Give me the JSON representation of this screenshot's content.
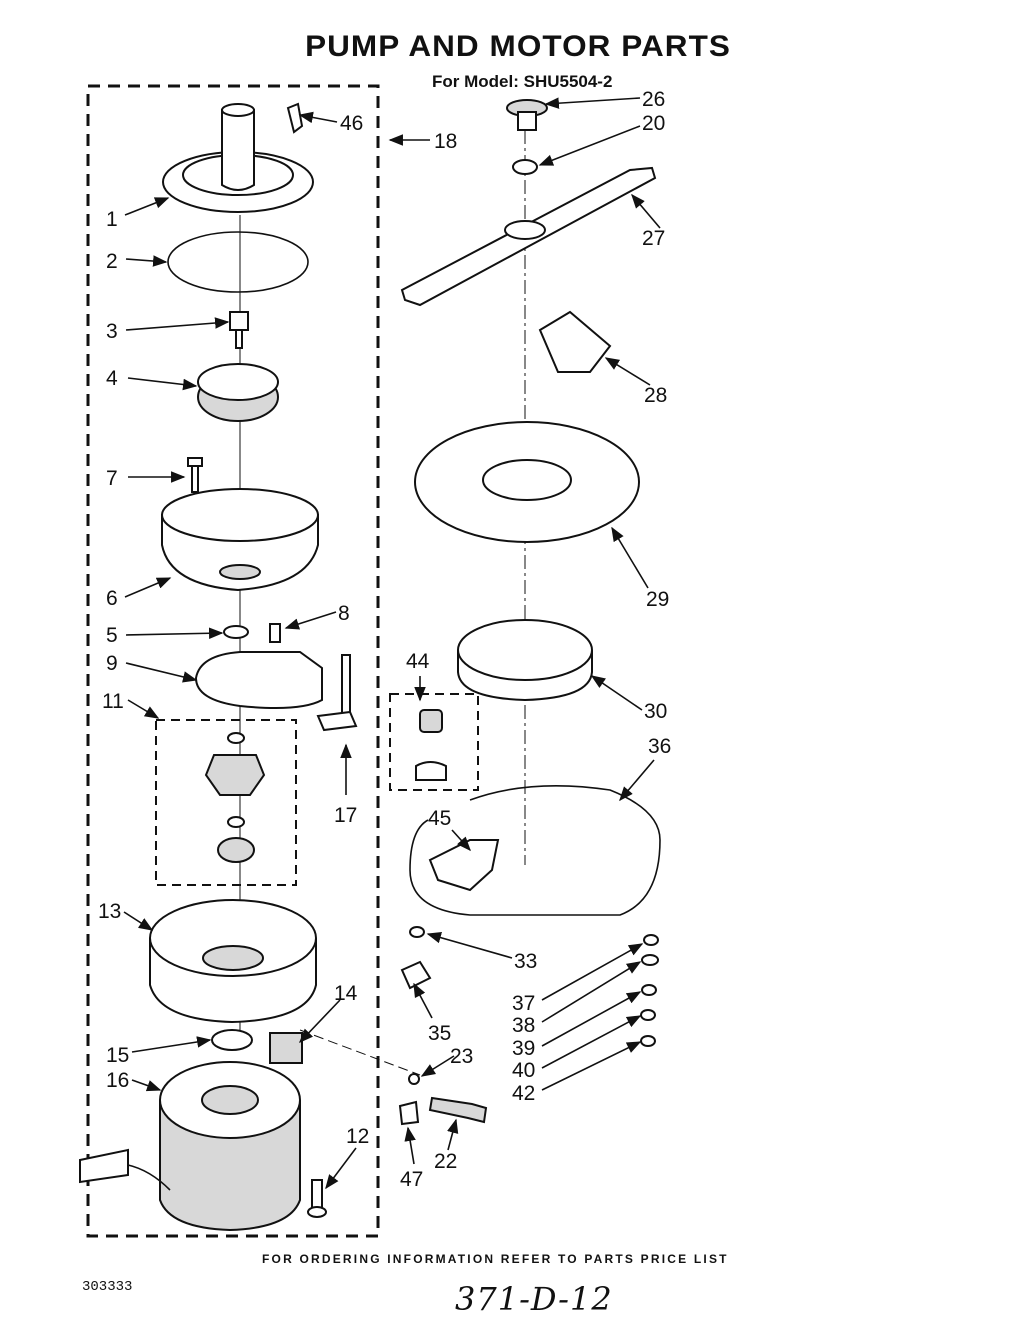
{
  "title": "PUMP AND MOTOR PARTS",
  "model": "For Model: SHU5504-2",
  "footer": "FOR ORDERING INFORMATION REFER TO PARTS PRICE LIST",
  "doc_number": "303333",
  "handwritten_note": "371-D-12",
  "callouts": [
    "46",
    "18",
    "1",
    "2",
    "3",
    "4",
    "7",
    "6",
    "8",
    "5",
    "9",
    "11",
    "17",
    "13",
    "14",
    "15",
    "16",
    "12",
    "26",
    "20",
    "27",
    "28",
    "29",
    "44",
    "30",
    "36",
    "45",
    "33",
    "37",
    "38",
    "39",
    "40",
    "42",
    "35",
    "23",
    "22",
    "47"
  ]
}
